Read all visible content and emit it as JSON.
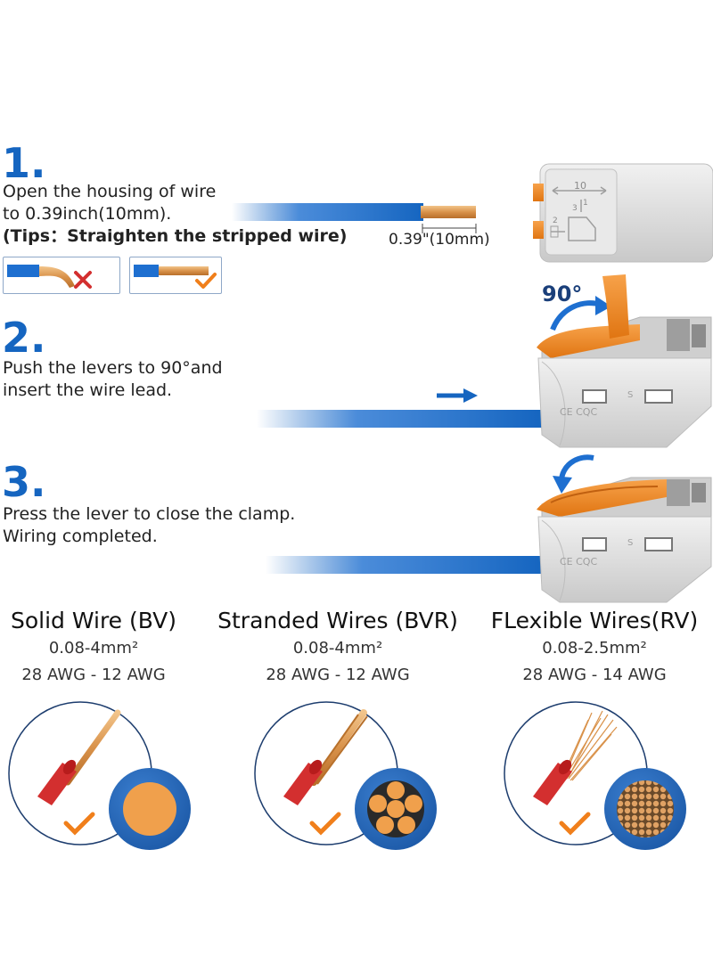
{
  "steps": [
    {
      "number": "1.",
      "lines": [
        "Open the housing of wire",
        "to 0.39inch(10mm)."
      ],
      "tip": "(Tips：Straighten the stripped wire)",
      "measure_label": "0.39\"(10mm)"
    },
    {
      "number": "2.",
      "lines": [
        "Push the levers to 90°and",
        "insert the wire lead."
      ],
      "angle_label": "90°"
    },
    {
      "number": "3.",
      "lines": [
        "Press the lever to close the clamp.",
        "Wiring completed."
      ]
    }
  ],
  "connector": {
    "scale_label": "10",
    "marks": [
      "1",
      "2",
      "3"
    ],
    "housing_marks": "CE CQC",
    "housing_letter": "S"
  },
  "wire_types": [
    {
      "title": "Solid Wire (BV)",
      "section": "0.08-4mm²",
      "awg": "28 AWG - 12 AWG",
      "core": "solid"
    },
    {
      "title": "Stranded Wires (BVR)",
      "section": "0.08-4mm²",
      "awg": "28 AWG - 12 AWG",
      "core": "stranded"
    },
    {
      "title": "FLexible Wires(RV)",
      "section": "0.08-2.5mm²",
      "awg": "28 AWG - 14 AWG",
      "core": "flexible"
    }
  ],
  "icons": {
    "wrong": "cross-icon",
    "right": "check-icon",
    "push": "arrow-right-icon",
    "rotate": "curved-arrow-icon"
  },
  "colors": {
    "step_number": "#1565c0",
    "wire_blue": "#1565c0",
    "lever_orange": "#f08a1c",
    "wire_red": "#d32f2f",
    "copper": "#d9924a",
    "check_orange": "#f07f1b",
    "cross_red": "#d32f2f"
  }
}
